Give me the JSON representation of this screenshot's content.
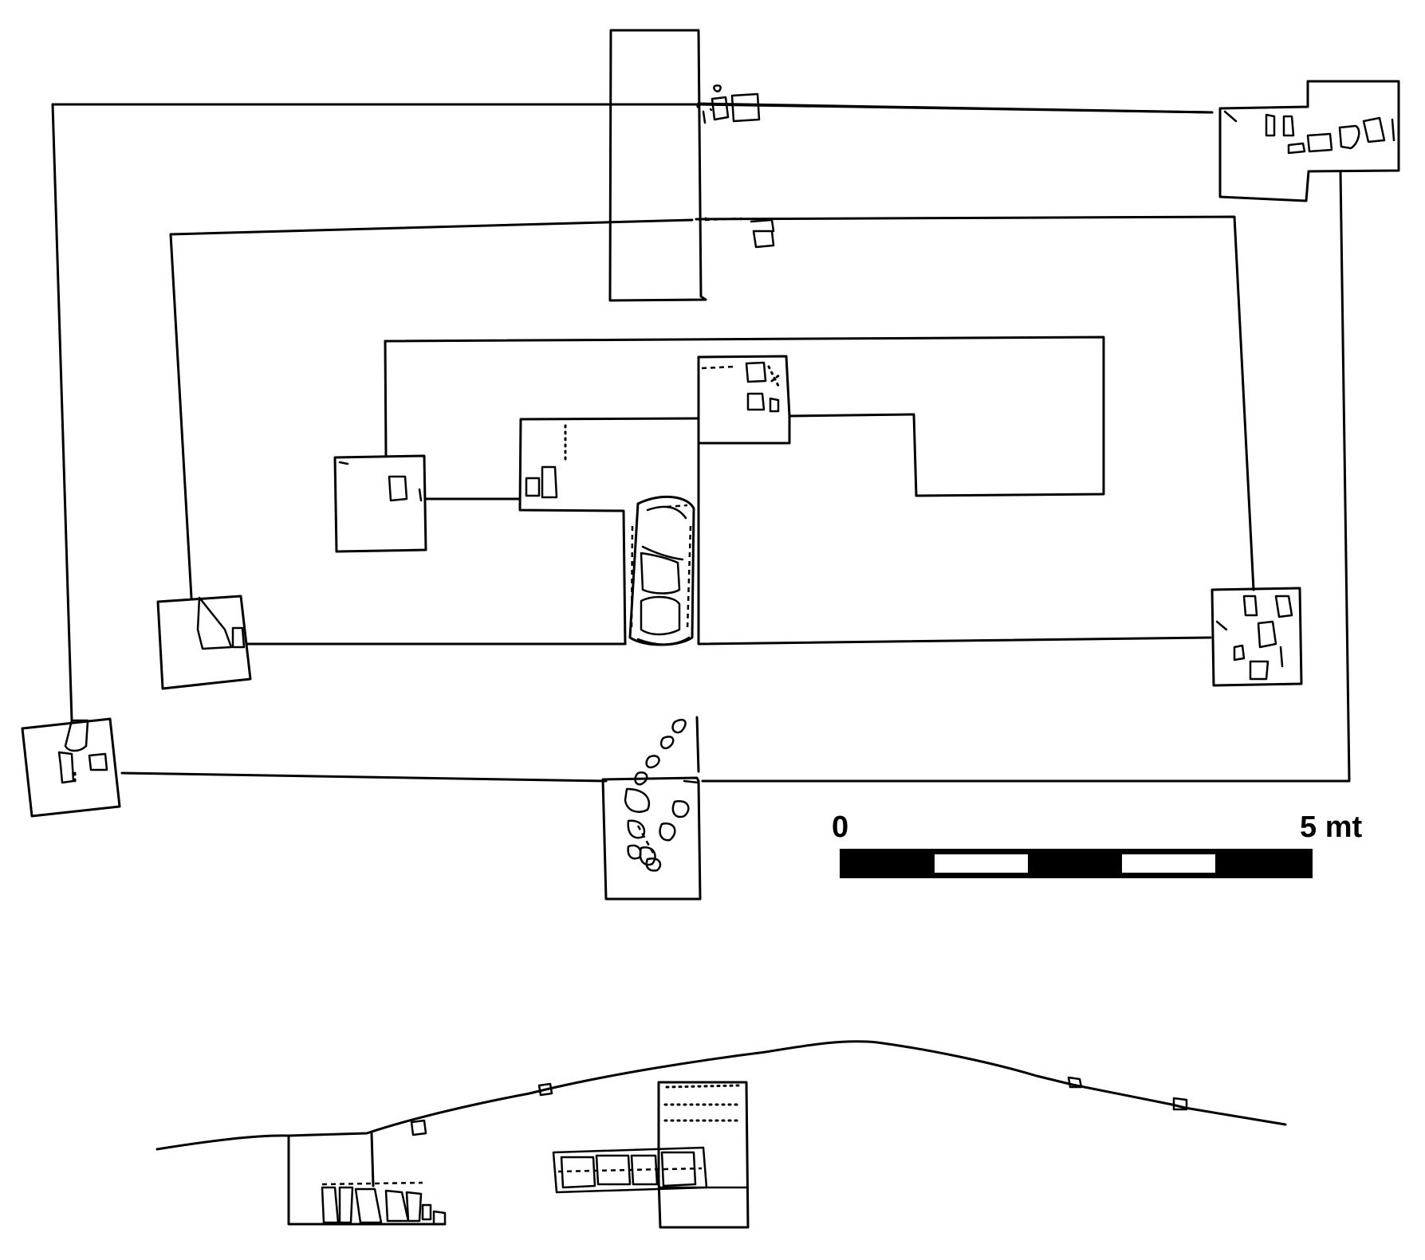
{
  "scale_bar": {
    "start_label": "0",
    "end_label": "5 mt",
    "segments": 5,
    "fill_color": "#000000",
    "gap_color": "#ffffff"
  },
  "views": [
    "plan",
    "section"
  ],
  "ink_color": "#000000",
  "background_color": "#ffffff"
}
